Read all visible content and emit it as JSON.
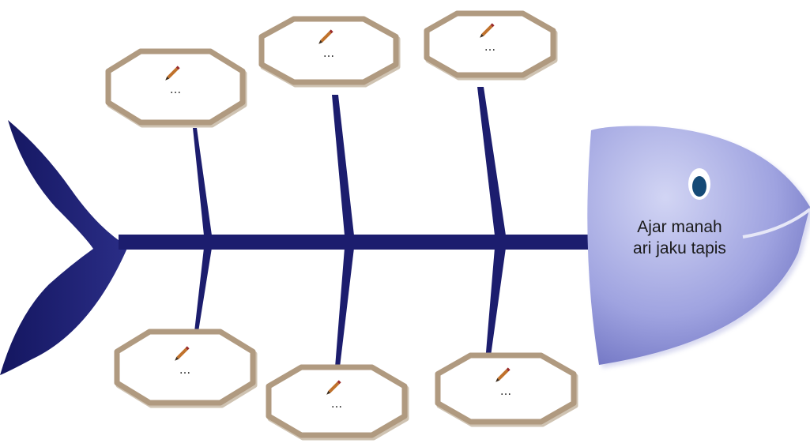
{
  "problem": {
    "lines": [
      "Ajar manah",
      "ari jaku tapis"
    ]
  },
  "causes": [
    {
      "position": "top",
      "text": "..."
    },
    {
      "position": "top",
      "text": "..."
    },
    {
      "position": "top",
      "text": "..."
    },
    {
      "position": "bottom",
      "text": "..."
    },
    {
      "position": "bottom",
      "text": "..."
    },
    {
      "position": "bottom",
      "text": "..."
    }
  ],
  "icons": {
    "cause_edit": "pencil-icon",
    "fish_eye": "eye-icon"
  },
  "colors": {
    "spine": "#1c1d6e",
    "tail_dark": "#141660",
    "tail_light": "#3a3f9a",
    "head_light": "#c7caf0",
    "head_dark": "#6c70c2",
    "box_border": "#b09a80",
    "eye": "#154a76"
  }
}
